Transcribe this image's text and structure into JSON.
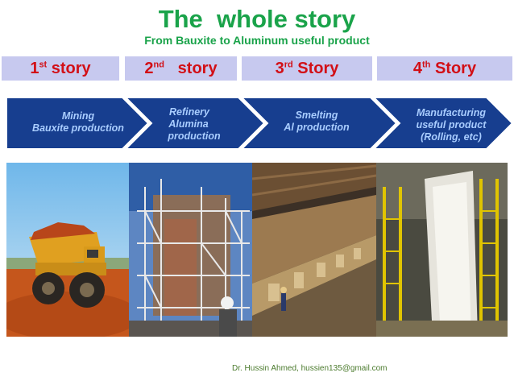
{
  "title": "The  whole story",
  "subtitle": "From Bauxite to Aluminum useful product",
  "stories": [
    {
      "num": "1",
      "sup": "st",
      "label": " story"
    },
    {
      "num": "2",
      "sup": "nd",
      "label": "   story"
    },
    {
      "num": "3",
      "sup": "rd",
      "label": " Story"
    },
    {
      "num": "4",
      "sup": "th",
      "label": " Story"
    }
  ],
  "steps": [
    {
      "line1": "Mining",
      "line2": "Bauxite production",
      "line3": ""
    },
    {
      "line1": "Refinery",
      "line2": "Alumina",
      "line3": "production"
    },
    {
      "line1": "Smelting",
      "line2": "Al production",
      "line3": ""
    },
    {
      "line1": "Manufacturing",
      "line2": "useful product",
      "line3": "(Rolling, etc)"
    }
  ],
  "colors": {
    "title": "#1aa34a",
    "story_bg": "#c7c9ef",
    "story_text": "#d20f16",
    "arrow_fill": "#173e8f",
    "arrow_text": "#a9cdff"
  },
  "photos": [
    "mining-haul-truck",
    "alumina-refinery",
    "smelting-potline",
    "rolling-mill"
  ],
  "credit": "Dr. Hussin Ahmed, hussien135@gmail.com"
}
